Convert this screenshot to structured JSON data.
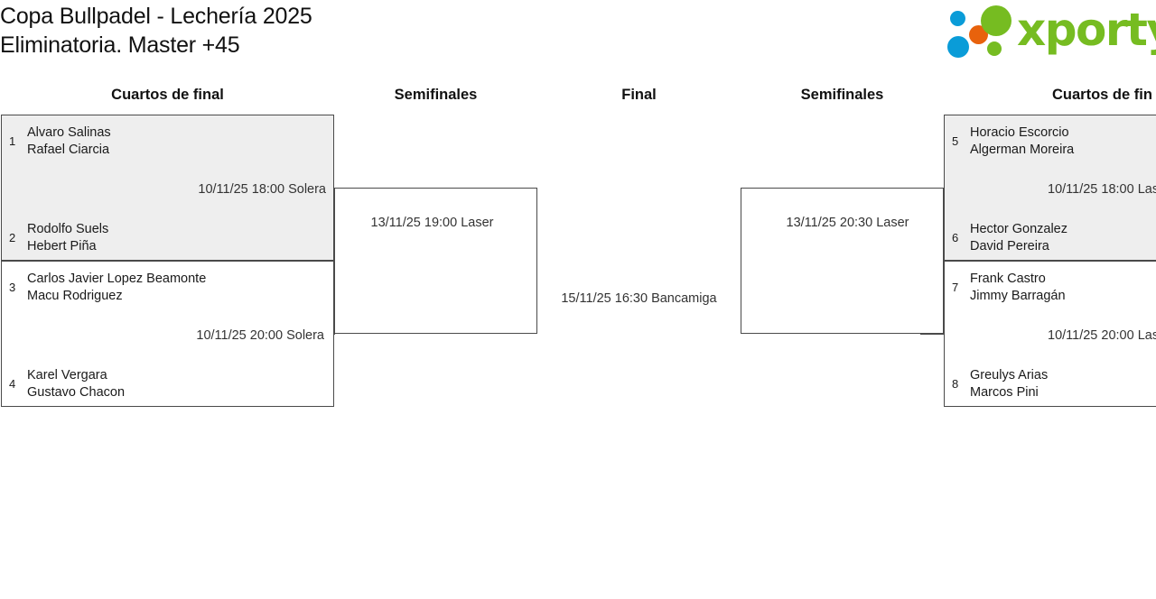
{
  "header": {
    "title_line1": "Copa Bullpadel - Lechería 2025",
    "title_line2": "Eliminatoria. Master +45",
    "logo_text": "xporty",
    "logo_colors": {
      "green": "#76bc21",
      "blue": "#0a9cd8",
      "orange": "#e8620c"
    }
  },
  "rounds": [
    {
      "label": "Cuartos de final"
    },
    {
      "label": "Semifinales"
    },
    {
      "label": "Final"
    },
    {
      "label": "Semifinales"
    },
    {
      "label": "Cuartos de fin"
    }
  ],
  "bracket": {
    "left_quarterfinals": [
      {
        "shaded": true,
        "time": "10/11/25 18:00 Solera",
        "top": {
          "seed": "1",
          "player1": "Alvaro Salinas",
          "player2": "Rafael Ciarcia"
        },
        "bottom": {
          "seed": "2",
          "player1": "Rodolfo Suels",
          "player2": "Hebert Piña"
        }
      },
      {
        "shaded": false,
        "time": "10/11/25 20:00 Solera",
        "top": {
          "seed": "3",
          "player1": "Carlos Javier Lopez Beamonte",
          "player2": "Macu Rodriguez"
        },
        "bottom": {
          "seed": "4",
          "player1": "Karel Vergara",
          "player2": "Gustavo Chacon"
        }
      }
    ],
    "right_quarterfinals": [
      {
        "shaded": true,
        "time": "10/11/25 18:00 Las",
        "top": {
          "seed": "5",
          "player1": "Horacio Escorcio",
          "player2": "Algerman Moreira"
        },
        "bottom": {
          "seed": "6",
          "player1": "Hector Gonzalez",
          "player2": "David Pereira"
        }
      },
      {
        "shaded": false,
        "time": "10/11/25 20:00 Las",
        "top": {
          "seed": "7",
          "player1": "Frank Castro",
          "player2": "Jimmy Barragán"
        },
        "bottom": {
          "seed": "8",
          "player1": "Greulys Arias",
          "player2": "Marcos Pini"
        }
      }
    ],
    "left_semifinal": {
      "time": "13/11/25 19:00 Laser"
    },
    "right_semifinal": {
      "time": "13/11/25 20:30 Laser"
    },
    "final": {
      "time": "15/11/25 16:30 Bancamiga"
    }
  }
}
